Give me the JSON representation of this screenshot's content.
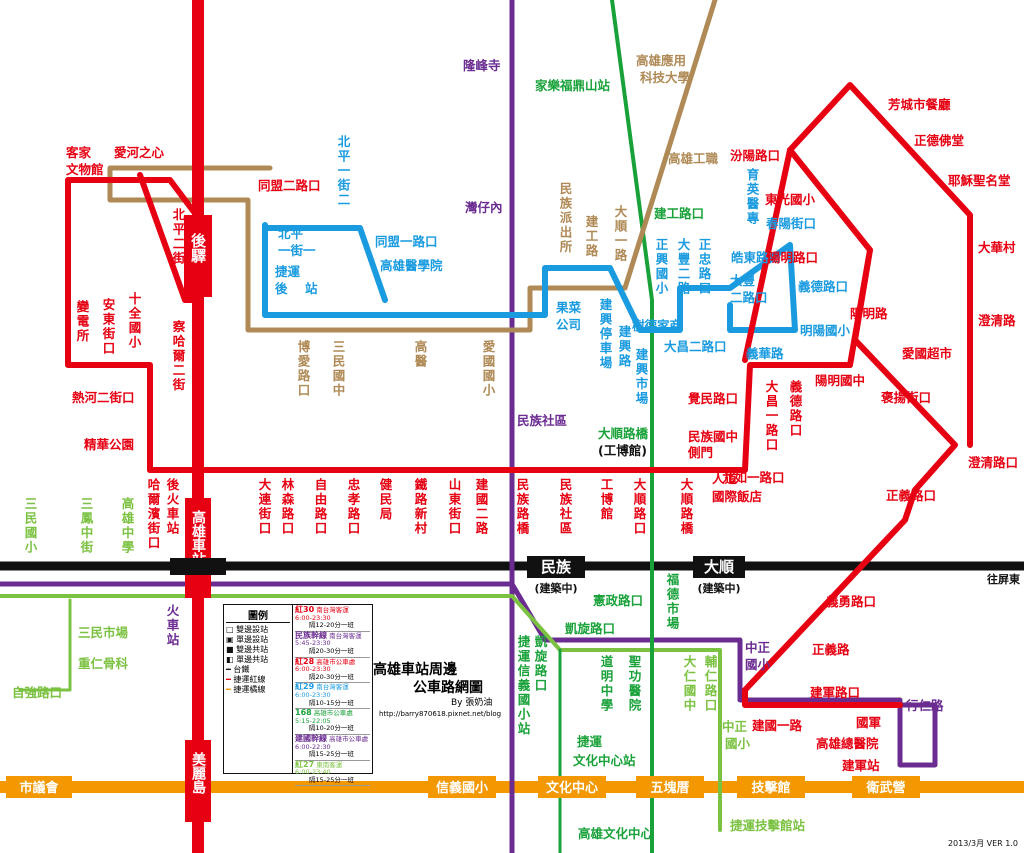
{
  "title": {
    "line1": "高雄車站周邊",
    "line2": "公車路網圖",
    "author": "By 張奶油",
    "url": "http://barry870618.pixnet.net/blog",
    "version": "2013/3月   VER 1.0"
  },
  "legend": {
    "heading": "圖例",
    "items": [
      "雙邊設站",
      "單邊設站",
      "雙邊共站",
      "單邊共站",
      "台鐵",
      "捷運紅線",
      "捷運橘線"
    ]
  },
  "schedules": [
    {
      "route": "紅30",
      "op": "南台灣客運",
      "time": "6:00-23:30",
      "freq": "隔12-20分一班"
    },
    {
      "route": "民族幹線",
      "op": "南台灣客運",
      "time": "5:45-23:30",
      "freq": "隔20-30分一班"
    },
    {
      "route": "紅28",
      "op": "高雄市公車處",
      "time": "6:00-23:30",
      "freq": "隔20-30分一班"
    },
    {
      "route": "紅29",
      "op": "南台灣客運",
      "time": "6:00-23:30",
      "freq": "隔10-15分一班"
    },
    {
      "route": "168",
      "op": "高雄市公車處",
      "time": "5:15-22:05",
      "freq": "隔10-20分一班"
    },
    {
      "route": "建國幹線",
      "op": "高雄市公車處",
      "time": "6:00-22:30",
      "freq": "隔15-25分一班"
    },
    {
      "route": "紅27",
      "op": "東南客運",
      "time": "6:00-23:40",
      "freq": "隔15-25分一班"
    }
  ],
  "stations": {
    "houyi": "後驛",
    "kaohsiung": "高雄車站",
    "meilidao": "美麗島",
    "minzu": "民族",
    "minzu_sub": "(建築中)",
    "dashun": "大順",
    "dashun_sub": "(建築中)",
    "to_pingtung": "往屏東",
    "shiyihui": "市議會",
    "xinyi": "信義國小",
    "wenhua": "文化中心",
    "wukuaicuo": "五塊厝",
    "jijiguan": "技擊館",
    "weiwuying": "衛武營"
  },
  "labels_h": [
    {
      "t": "客家",
      "c": "red"
    },
    {
      "t": "文物館",
      "c": "red"
    },
    {
      "t": "愛河之心",
      "c": "red"
    },
    {
      "t": "同盟二路口",
      "c": "red"
    },
    {
      "t": "熱河二街口",
      "c": "red"
    },
    {
      "t": "精華公園",
      "c": "red"
    },
    {
      "t": "隆峰寺",
      "c": "purple"
    },
    {
      "t": "家樂福鼎山站",
      "c": "green"
    },
    {
      "t": "高雄應用",
      "c": "brown"
    },
    {
      "t": "科技大學",
      "c": "brown"
    },
    {
      "t": "高雄工職",
      "c": "brown"
    },
    {
      "t": "灣仔內",
      "c": "purple"
    },
    {
      "t": "建工路口",
      "c": "green"
    },
    {
      "t": "同盟一路口",
      "c": "blue"
    },
    {
      "t": "高雄醫學院",
      "c": "blue"
    },
    {
      "t": "北平",
      "c": "blue"
    },
    {
      "t": "一街一",
      "c": "blue"
    },
    {
      "t": "捷運",
      "c": "blue"
    },
    {
      "t": "後",
      "c": "blue"
    },
    {
      "t": "站",
      "c": "blue"
    },
    {
      "t": "樹德家商",
      "c": "blue"
    },
    {
      "t": "大昌二路口",
      "c": "blue"
    },
    {
      "t": "義華路",
      "c": "blue"
    },
    {
      "t": "皓東路口",
      "c": "blue"
    },
    {
      "t": "大豐",
      "c": "blue"
    },
    {
      "t": "二路口",
      "c": "blue"
    },
    {
      "t": "義德路口",
      "c": "blue"
    },
    {
      "t": "明陽國小",
      "c": "blue"
    },
    {
      "t": "果菜",
      "c": "blue"
    },
    {
      "t": "公司",
      "c": "blue"
    },
    {
      "t": "芳城市餐廳",
      "c": "red"
    },
    {
      "t": "正德佛堂",
      "c": "red"
    },
    {
      "t": "耶穌聖名堂",
      "c": "red"
    },
    {
      "t": "汾陽路口",
      "c": "red"
    },
    {
      "t": "東光國小",
      "c": "red"
    },
    {
      "t": "春陽街口",
      "c": "blue"
    },
    {
      "t": "大華村",
      "c": "red"
    },
    {
      "t": "陽明路口",
      "c": "red"
    },
    {
      "t": "澄清路",
      "c": "red"
    },
    {
      "t": "陽明路",
      "c": "red"
    },
    {
      "t": "愛國超市",
      "c": "red"
    },
    {
      "t": "陽明國中",
      "c": "red"
    },
    {
      "t": "覺民路口",
      "c": "red"
    },
    {
      "t": "褒揚街口",
      "c": "red"
    },
    {
      "t": "民族國中",
      "c": "red"
    },
    {
      "t": "側門",
      "c": "red"
    },
    {
      "t": "澄清路口",
      "c": "red"
    },
    {
      "t": "九如一路口",
      "c": "red"
    },
    {
      "t": "人道",
      "c": "red"
    },
    {
      "t": "國際飯店",
      "c": "red"
    },
    {
      "t": "正義路口",
      "c": "red"
    },
    {
      "t": "民族社區",
      "c": "purple"
    },
    {
      "t": "大順路橋",
      "c": "green"
    },
    {
      "t": "(工博館)",
      "c": "black"
    },
    {
      "t": "憲政路口",
      "c": "green"
    },
    {
      "t": "凱旋路口",
      "c": "green"
    },
    {
      "t": "義勇路口",
      "c": "red"
    },
    {
      "t": "正義路",
      "c": "red"
    },
    {
      "t": "中正",
      "c": "purple"
    },
    {
      "t": "國小",
      "c": "purple"
    },
    {
      "t": "建軍路口",
      "c": "red"
    },
    {
      "t": "行仁路",
      "c": "purple"
    },
    {
      "t": "建國一路",
      "c": "red"
    },
    {
      "t": "國軍",
      "c": "red"
    },
    {
      "t": "高雄總醫院",
      "c": "red"
    },
    {
      "t": "建軍站",
      "c": "red"
    },
    {
      "t": "中正",
      "c": "lime"
    },
    {
      "t": "國小",
      "c": "lime"
    },
    {
      "t": "捷運",
      "c": "green"
    },
    {
      "t": "文化中心站",
      "c": "green"
    },
    {
      "t": "高雄文化中心",
      "c": "green"
    },
    {
      "t": "捷運技擊館站",
      "c": "lime"
    },
    {
      "t": "三民市場",
      "c": "lime"
    },
    {
      "t": "重仁骨科",
      "c": "lime"
    },
    {
      "t": "自強路口",
      "c": "lime"
    }
  ],
  "labels_v": [
    {
      "t": "北平一街二",
      "c": "blue"
    },
    {
      "t": "民族派出所",
      "c": "brown"
    },
    {
      "t": "建工路",
      "c": "brown"
    },
    {
      "t": "大順一路",
      "c": "brown"
    },
    {
      "t": "正興國小",
      "c": "blue"
    },
    {
      "t": "大豐二路",
      "c": "blue"
    },
    {
      "t": "正忠路口",
      "c": "blue"
    },
    {
      "t": "育英醫專",
      "c": "blue"
    },
    {
      "t": "北平二街",
      "c": "red"
    },
    {
      "t": "察哈爾二街",
      "c": "red"
    },
    {
      "t": "變電所",
      "c": "red"
    },
    {
      "t": "安東街口",
      "c": "red"
    },
    {
      "t": "十全國小",
      "c": "red"
    },
    {
      "t": "博愛路口",
      "c": "brown"
    },
    {
      "t": "三民國中",
      "c": "brown"
    },
    {
      "t": "高醫",
      "c": "brown"
    },
    {
      "t": "愛國國小",
      "c": "brown"
    },
    {
      "t": "建興停車場",
      "c": "blue"
    },
    {
      "t": "建興路",
      "c": "blue"
    },
    {
      "t": "建興市場",
      "c": "blue"
    },
    {
      "t": "大昌一路口",
      "c": "red"
    },
    {
      "t": "義德路口",
      "c": "red"
    },
    {
      "t": "哈爾濱街口",
      "c": "red"
    },
    {
      "t": "後火車站",
      "c": "red"
    },
    {
      "t": "大連街口",
      "c": "red"
    },
    {
      "t": "林森路口",
      "c": "red"
    },
    {
      "t": "自由路口",
      "c": "red"
    },
    {
      "t": "忠孝路口",
      "c": "red"
    },
    {
      "t": "健民局",
      "c": "red"
    },
    {
      "t": "鐵路新村",
      "c": "red"
    },
    {
      "t": "山東街口",
      "c": "red"
    },
    {
      "t": "建國二路",
      "c": "red"
    },
    {
      "t": "民族路橋",
      "c": "red"
    },
    {
      "t": "民族社區",
      "c": "red"
    },
    {
      "t": "工博館",
      "c": "red"
    },
    {
      "t": "大順路口",
      "c": "red"
    },
    {
      "t": "大順路橋",
      "c": "red"
    },
    {
      "t": "三民國小",
      "c": "lime"
    },
    {
      "t": "三鳳中街",
      "c": "lime"
    },
    {
      "t": "高雄中學",
      "c": "lime"
    },
    {
      "t": "火車站",
      "c": "purple"
    },
    {
      "t": "凱旋路口",
      "c": "green"
    },
    {
      "t": "捷運信義國小站",
      "c": "green"
    },
    {
      "t": "道明中學",
      "c": "green"
    },
    {
      "t": "聖功醫院",
      "c": "green"
    },
    {
      "t": "福德市場",
      "c": "green"
    },
    {
      "t": "大仁國中",
      "c": "lime"
    },
    {
      "t": "輔仁路口",
      "c": "lime"
    }
  ]
}
